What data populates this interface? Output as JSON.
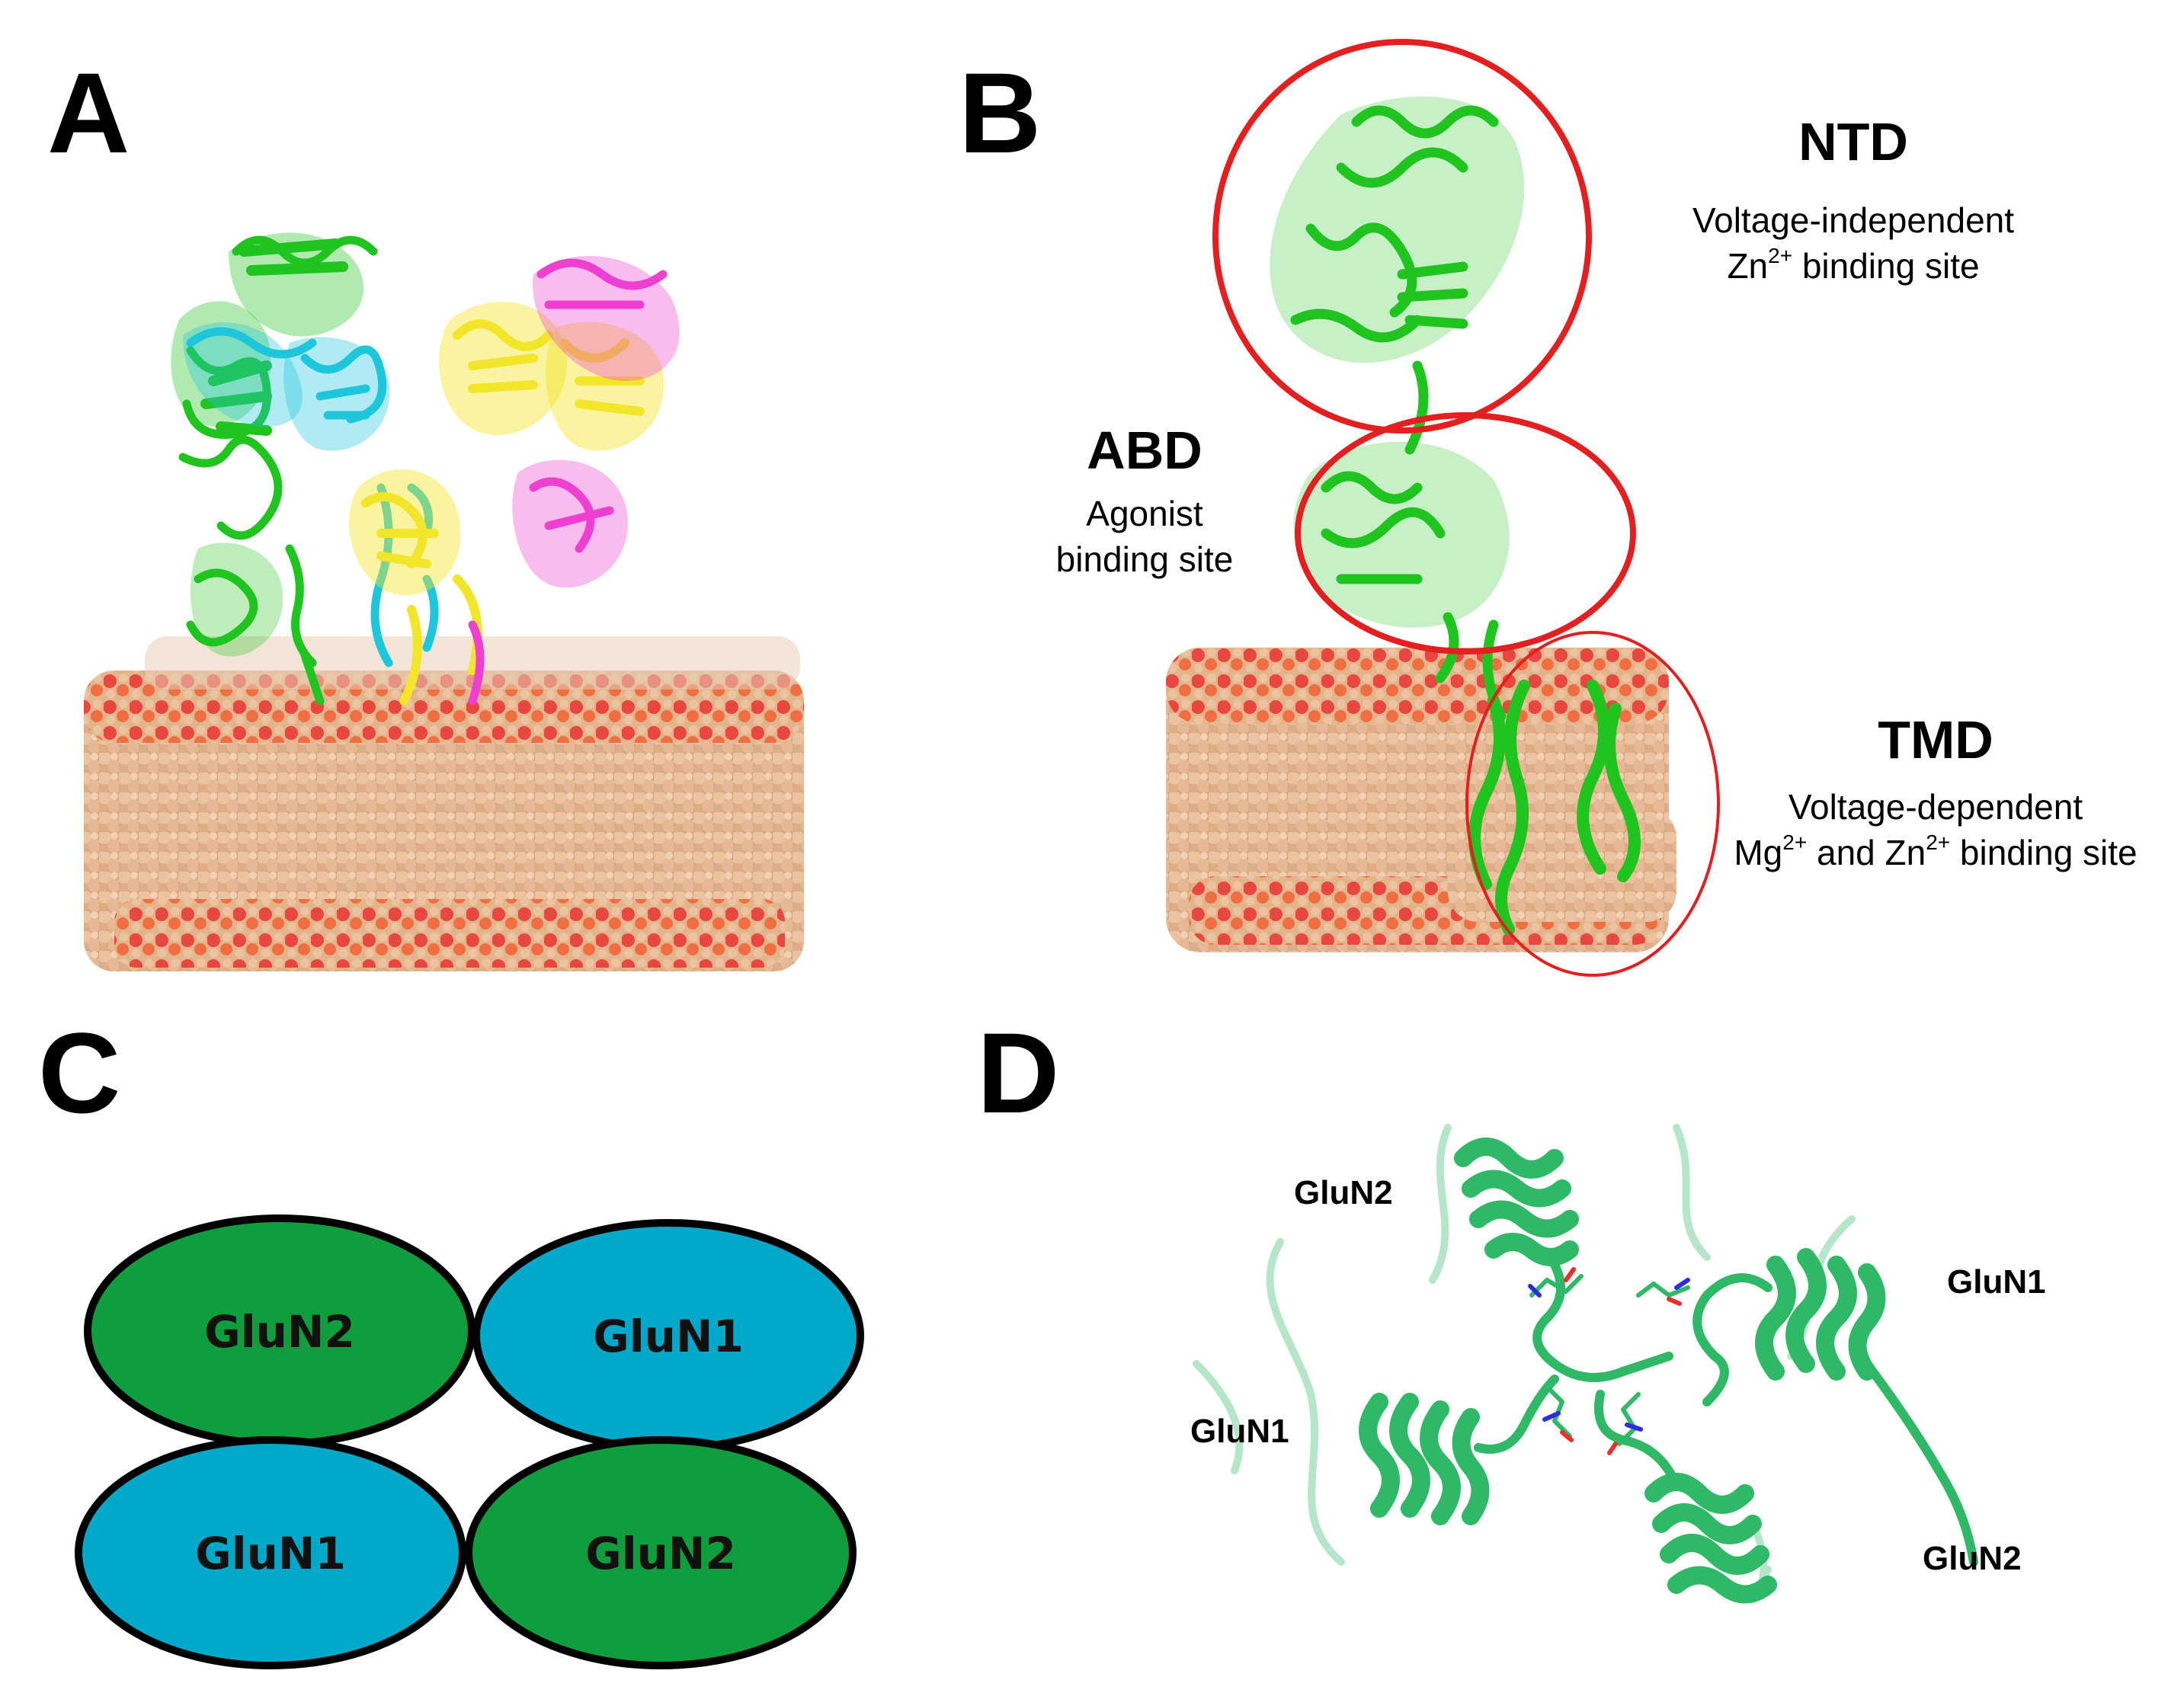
{
  "panels": {
    "A": {
      "letter": "A"
    },
    "B": {
      "letter": "B",
      "domains": {
        "ntd": {
          "name": "NTD",
          "desc_1": "Voltage-independent",
          "desc_2_pre": "Zn",
          "desc_2_sup": "2+",
          "desc_2_post": " binding site"
        },
        "abd": {
          "name": "ABD",
          "desc_1": "Agonist",
          "desc_2": "binding site"
        },
        "tmd": {
          "name": "TMD",
          "desc_1": "Voltage-dependent",
          "desc_2_pre": "Mg",
          "desc_2_sup1": "2+",
          "desc_2_mid": " and Zn",
          "desc_2_sup2": "2+",
          "desc_2_post": " binding site"
        }
      }
    },
    "C": {
      "letter": "C",
      "subunits": [
        {
          "label": "GluN2",
          "color": "#0f9d3e"
        },
        {
          "label": "GluN1",
          "color": "#00a9c9"
        },
        {
          "label": "GluN1",
          "color": "#00a9c9"
        },
        {
          "label": "GluN2",
          "color": "#0f9d3e"
        }
      ]
    },
    "D": {
      "letter": "D",
      "labels": {
        "top_left": "GluN2",
        "right": "GluN1",
        "left": "GluN1",
        "bottom_right": "GluN2"
      }
    }
  },
  "colors": {
    "ring": "#e41f1f",
    "lipid": "#e3b48c",
    "phosphate": "#e8413a",
    "protein_green": "#20c41f",
    "protein_cyan": "#1ec6dc",
    "protein_yellow": "#f3e52a",
    "protein_magenta": "#ee3fd0",
    "helix_green": "#2fb865"
  }
}
